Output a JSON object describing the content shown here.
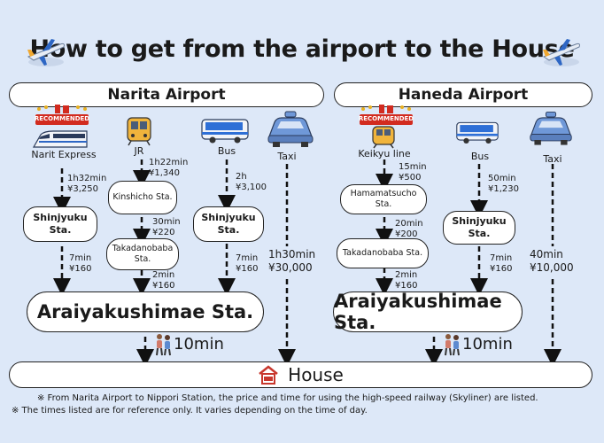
{
  "title": "How to get from the airport to the House",
  "narita": {
    "header": "Narita Airport",
    "modes": {
      "express": "Narit Express",
      "jr": "JR",
      "bus": "Bus",
      "taxi": "Taxi"
    },
    "recommended": "RECOMMENDED",
    "express_time": "1h32min",
    "express_fare": "¥3,250",
    "express_station": "Shinjyuku Sta.",
    "express_time2": "7min",
    "express_fare2": "¥160",
    "jr_time": "1h22min",
    "jr_fare": "¥1,340",
    "jr_station1": "Kinshicho Sta.",
    "jr_time2": "30min",
    "jr_fare2": "¥220",
    "jr_station2": "Takadanobaba Sta.",
    "jr_time3": "2min",
    "jr_fare3": "¥160",
    "bus_time": "2h",
    "bus_fare": "¥3,100",
    "bus_station": "Shinjyuku Sta.",
    "bus_time2": "7min",
    "bus_fare2": "¥160",
    "taxi_time": "1h30min",
    "taxi_fare": "¥30,000",
    "destination": "Araiyakushimae Sta.",
    "walk": "10min"
  },
  "haneda": {
    "header": "Haneda Airport",
    "modes": {
      "keikyu": "Keikyu line",
      "bus": "Bus",
      "taxi": "Taxi"
    },
    "recommended": "RECOMMENDED",
    "keikyu_time": "15min",
    "keikyu_fare": "¥500",
    "keikyu_station1": "Hamamatsucho Sta.",
    "keikyu_time2": "20min",
    "keikyu_fare2": "¥200",
    "keikyu_station2": "Takadanobaba Sta.",
    "keikyu_time3": "2min",
    "keikyu_fare3": "¥160",
    "bus_time": "50min",
    "bus_fare": "¥1,230",
    "bus_station": "Shinjyuku Sta.",
    "bus_time2": "7min",
    "bus_fare2": "¥160",
    "taxi_time": "40min",
    "taxi_fare": "¥10,000",
    "destination": "Araiyakushimae Sta.",
    "walk": "10min"
  },
  "house": "House",
  "notes": {
    "n1": "※ From Narita Airport to Nippori Station, the price and time for using the high-speed railway (Skyliner) are listed.",
    "n2": "※ The times listed are for reference only. It varies depending on the time of day."
  },
  "colors": {
    "background": "#dde8f8",
    "badge": "#d22b1f",
    "badge_gold": "#e8b020",
    "house_icon": "#c8372d",
    "train_yellow": "#f0b43c",
    "bus_blue": "#2e6fd6",
    "taxi_blue": "#6f98d8"
  },
  "icons": [
    "airplane-icon",
    "express-train-icon",
    "jr-train-icon",
    "bus-icon",
    "taxi-icon",
    "walking-people-icon",
    "house-icon",
    "recommended-badge-icon"
  ]
}
